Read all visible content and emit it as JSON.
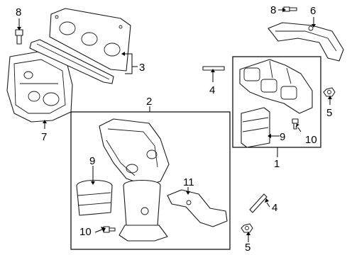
{
  "diagram": {
    "callouts": [
      {
        "id": "c8a",
        "text": "8"
      },
      {
        "id": "c3",
        "text": "3"
      },
      {
        "id": "c7",
        "text": "7"
      },
      {
        "id": "c2",
        "text": "2"
      },
      {
        "id": "c9a",
        "text": "9"
      },
      {
        "id": "c11",
        "text": "11"
      },
      {
        "id": "c10a",
        "text": "10"
      },
      {
        "id": "c4a",
        "text": "4"
      },
      {
        "id": "c8b",
        "text": "8"
      },
      {
        "id": "c6",
        "text": "6"
      },
      {
        "id": "c5a",
        "text": "5"
      },
      {
        "id": "c9b",
        "text": "9"
      },
      {
        "id": "c10b",
        "text": "10"
      },
      {
        "id": "c1",
        "text": "1"
      },
      {
        "id": "c4b",
        "text": "4"
      },
      {
        "id": "c5b",
        "text": "5"
      }
    ]
  }
}
